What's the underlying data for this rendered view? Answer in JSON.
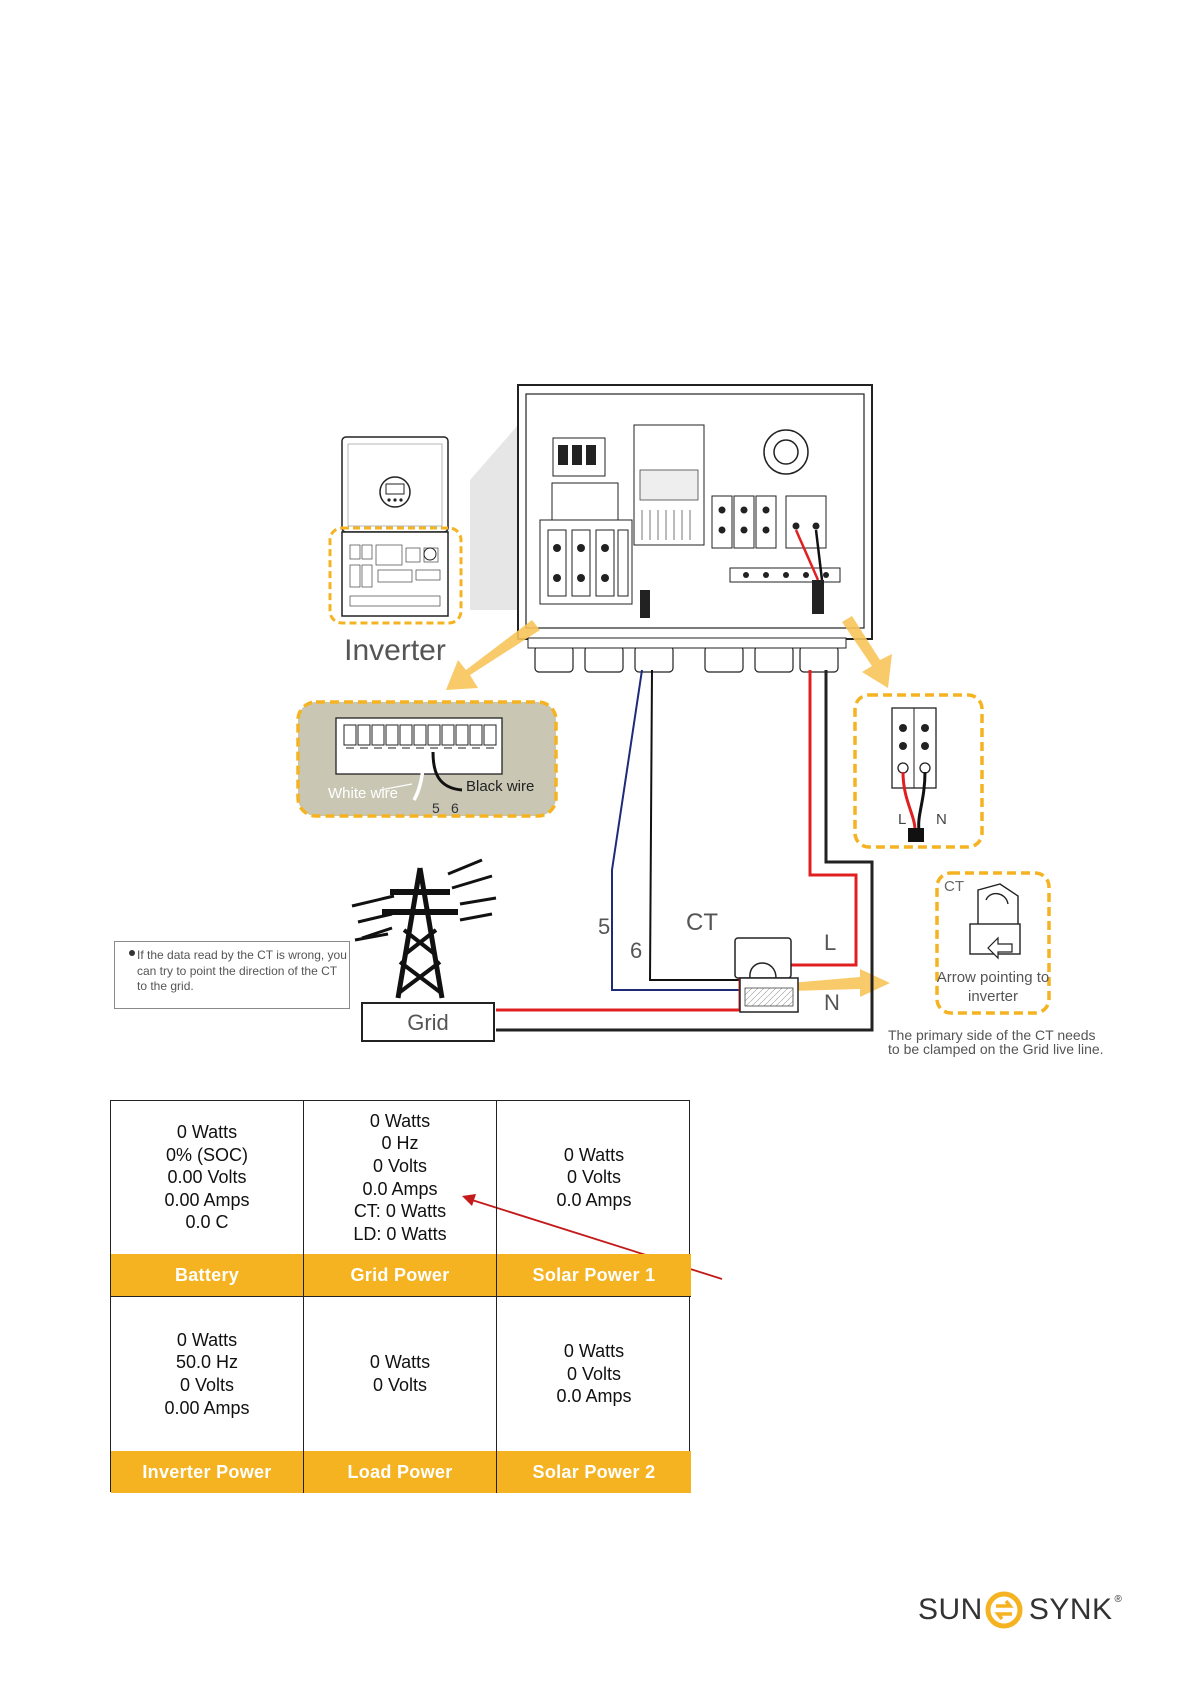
{
  "diagram": {
    "inverter_label": "Inverter",
    "white_wire_label": "White wire",
    "black_wire_label": "Black wire",
    "terminal_5": "5",
    "terminal_6": "6",
    "ln_l": "L",
    "ln_n": "N",
    "wire_5": "5",
    "wire_6": "6",
    "ct_label": "CT",
    "line_l": "L",
    "line_n": "N",
    "grid_label": "Grid",
    "ct_inset_label": "CT",
    "arrow_note": "Arrow pointing to inverter",
    "ct_note": "If the data read by the CT is wrong, you can try to point the direction of the CT to the grid.",
    "primary_note": "The primary side of the CT needs to be clamped on the Grid live line.",
    "colors": {
      "accent": "#f5b321",
      "live": "#e02020",
      "neutral": "#111111",
      "ct_wire": "#1f2a7a"
    }
  },
  "table": {
    "cells": [
      {
        "title": "Battery",
        "lines": [
          "0 Watts",
          "0% (SOC)",
          "0.00 Volts",
          "0.00 Amps",
          "0.0 C"
        ]
      },
      {
        "title": "Grid Power",
        "lines": [
          "0 Watts",
          "0 Hz",
          "0 Volts",
          "0.0 Amps",
          "CT: 0 Watts",
          "LD: 0 Watts"
        ]
      },
      {
        "title": "Solar Power 1",
        "lines": [
          "0 Watts",
          "0 Volts",
          "0.0 Amps"
        ]
      },
      {
        "title": "Inverter Power",
        "lines": [
          "0 Watts",
          "50.0 Hz",
          "0 Volts",
          "0.00 Amps"
        ]
      },
      {
        "title": "Load Power",
        "lines": [
          "0 Watts",
          "0 Volts"
        ]
      },
      {
        "title": "Solar Power 2",
        "lines": [
          "0 Watts",
          "0 Volts",
          "0.0 Amps"
        ]
      }
    ]
  },
  "logo": {
    "left": "SUN",
    "right": "SYNK",
    "reg": "®"
  }
}
